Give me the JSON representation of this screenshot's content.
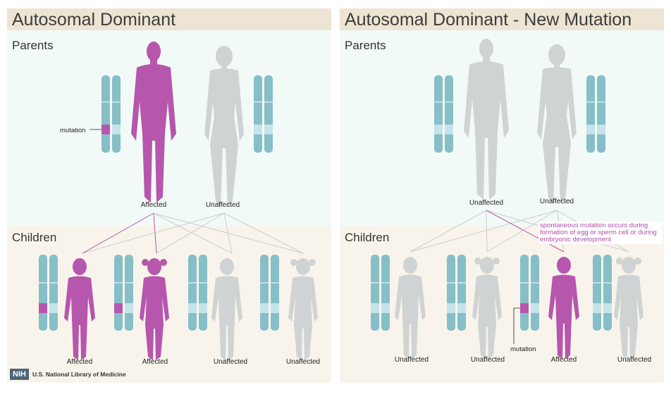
{
  "left": {
    "title": "Autosomal Dominant",
    "parents_label": "Parents",
    "children_label": "Children",
    "mutation_label": "mutation",
    "parent_status": [
      "Affected",
      "Unaffected"
    ],
    "child_status": [
      "Affected",
      "Affected",
      "Unaffected",
      "Unaffected"
    ]
  },
  "right": {
    "title": "Autosomal Dominant - New Mutation",
    "parents_label": "Parents",
    "children_label": "Children",
    "note": "spontaneous mutation occurs during formation of egg or sperm cell or during embryonic development",
    "mutation_label": "mutation",
    "parent_status": [
      "Unaffected",
      "Unaffected"
    ],
    "child_status": [
      "Unaffected",
      "Unaffected",
      "Affected",
      "Unaffected"
    ]
  },
  "footer": {
    "logo_badge": "NIH",
    "logo_text": "U.S. National Library of Medicine"
  },
  "colors": {
    "affected": "#b656ad",
    "unaffected": "#d0d3d3",
    "chromosome": "#86bfc8",
    "chromosome_band": "#c4e4ea",
    "mutation": "#b656ad"
  }
}
